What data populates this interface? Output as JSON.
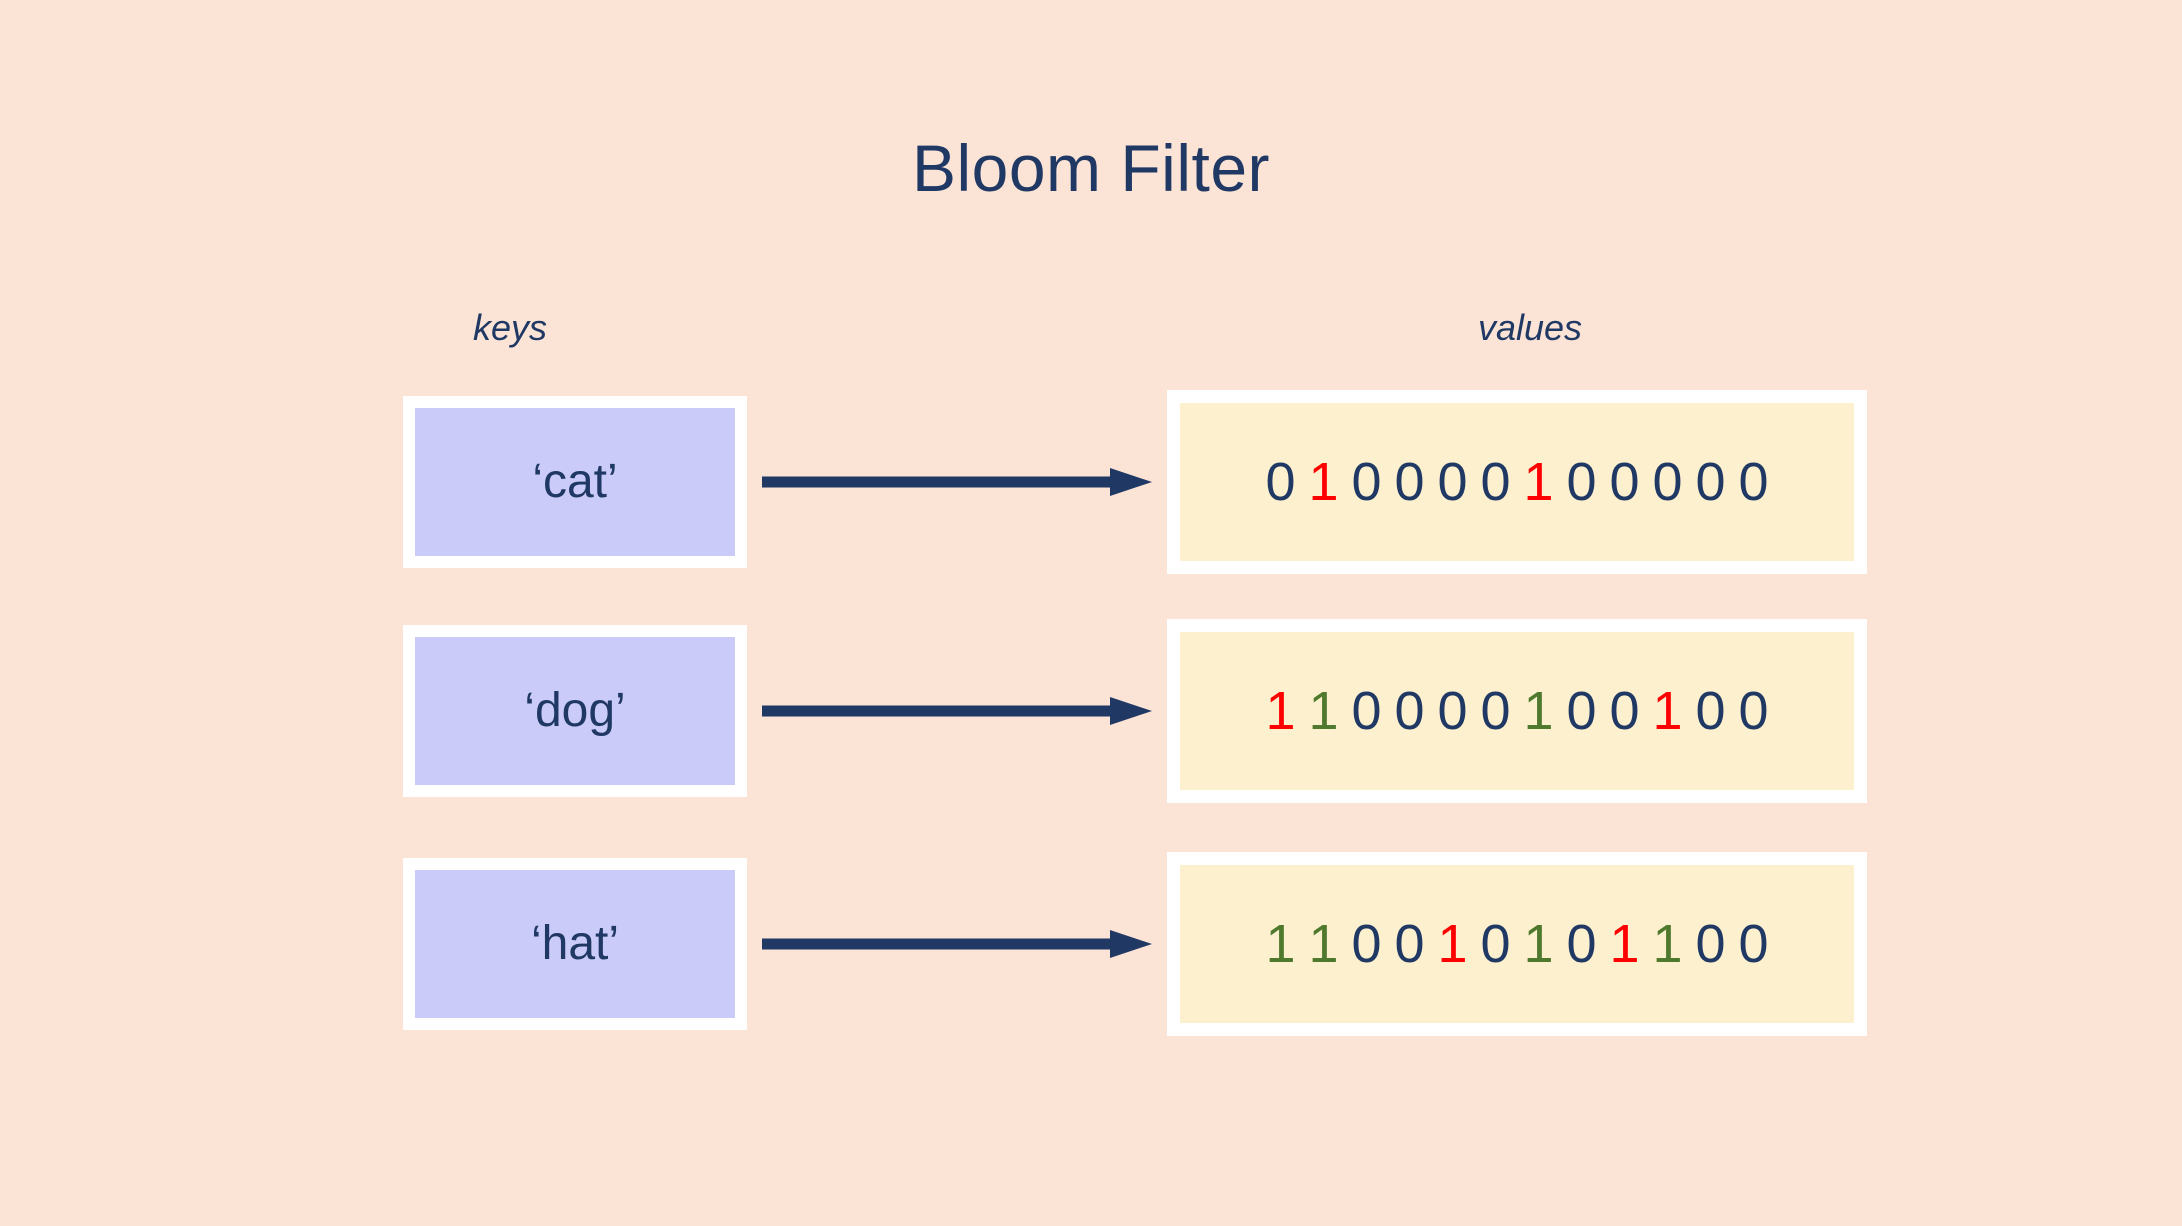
{
  "figure": {
    "title": "Bloom Filter",
    "background_color": "#FBE3D6"
  },
  "captions": {
    "keys": "keys",
    "values": "values"
  },
  "colors": {
    "navy": "#1F3864",
    "red": "#FF0000",
    "green": "#4F7A2E",
    "key_box_fill": "#CBCBF9",
    "value_box_fill": "#FDF0CE",
    "box_border": "#FFFFFF",
    "arrow": "#1F3864"
  },
  "rows": [
    {
      "key": "‘cat’",
      "arrow_icon": "arrow-right-icon",
      "bits": [
        {
          "v": "0",
          "color": "navy"
        },
        {
          "v": "1",
          "color": "red"
        },
        {
          "v": "0",
          "color": "navy"
        },
        {
          "v": "0",
          "color": "navy"
        },
        {
          "v": "0",
          "color": "navy"
        },
        {
          "v": "0",
          "color": "navy"
        },
        {
          "v": "1",
          "color": "red"
        },
        {
          "v": "0",
          "color": "navy"
        },
        {
          "v": "0",
          "color": "navy"
        },
        {
          "v": "0",
          "color": "navy"
        },
        {
          "v": "0",
          "color": "navy"
        },
        {
          "v": "0",
          "color": "navy"
        }
      ]
    },
    {
      "key": "‘dog’",
      "arrow_icon": "arrow-right-icon",
      "bits": [
        {
          "v": "1",
          "color": "red"
        },
        {
          "v": "1",
          "color": "green"
        },
        {
          "v": "0",
          "color": "navy"
        },
        {
          "v": "0",
          "color": "navy"
        },
        {
          "v": "0",
          "color": "navy"
        },
        {
          "v": "0",
          "color": "navy"
        },
        {
          "v": "1",
          "color": "green"
        },
        {
          "v": "0",
          "color": "navy"
        },
        {
          "v": "0",
          "color": "navy"
        },
        {
          "v": "1",
          "color": "red"
        },
        {
          "v": "0",
          "color": "navy"
        },
        {
          "v": "0",
          "color": "navy"
        }
      ]
    },
    {
      "key": "‘hat’",
      "arrow_icon": "arrow-right-icon",
      "bits": [
        {
          "v": "1",
          "color": "green"
        },
        {
          "v": "1",
          "color": "green"
        },
        {
          "v": "0",
          "color": "navy"
        },
        {
          "v": "0",
          "color": "navy"
        },
        {
          "v": "1",
          "color": "red"
        },
        {
          "v": "0",
          "color": "navy"
        },
        {
          "v": "1",
          "color": "green"
        },
        {
          "v": "0",
          "color": "navy"
        },
        {
          "v": "1",
          "color": "red"
        },
        {
          "v": "1",
          "color": "green"
        },
        {
          "v": "0",
          "color": "navy"
        },
        {
          "v": "0",
          "color": "navy"
        }
      ]
    }
  ]
}
